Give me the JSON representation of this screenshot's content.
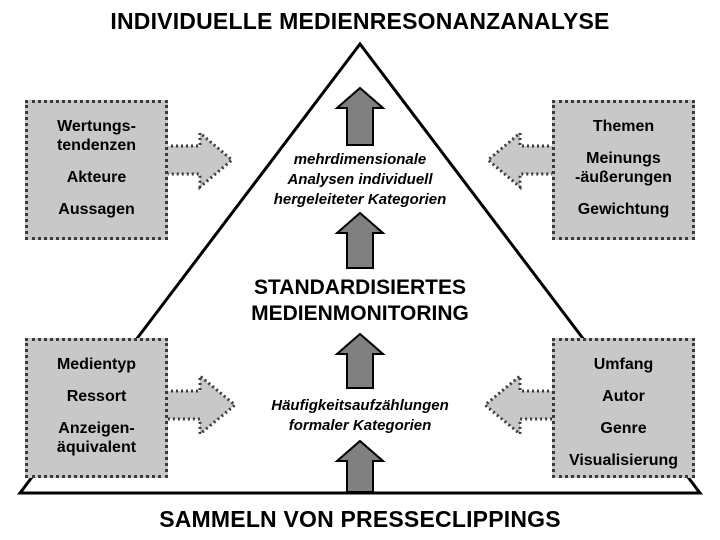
{
  "top_title": "INDIVIDUELLE MEDIENRESONANZANALYSE",
  "bottom_title": "SAMMELN VON PRESSECLIPPINGS",
  "upper_level": {
    "line1": "mehrdimensionale",
    "line2": "Analysen individuell",
    "line3": "hergeleiteter Kategorien"
  },
  "middle_level": {
    "line1": "STANDARDISIERTES",
    "line2": "MEDIENMONITORING"
  },
  "lower_level": {
    "line1": "Häufigkeitsaufzählungen",
    "line2": "formaler Kategorien"
  },
  "boxes": {
    "top_left": [
      "Wertungs-\ntendenzen",
      "Akteure",
      "Aussagen"
    ],
    "top_right": [
      "Themen",
      "Meinungs\n-äußerungen",
      "Gewichtung"
    ],
    "bottom_left": [
      "Medientyp",
      "Ressort",
      "Anzeigen-\näquivalent"
    ],
    "bottom_right": [
      "Umfang",
      "Autor",
      "Genre",
      "Visualisierung"
    ]
  },
  "colors": {
    "box_fill": "#c8c8c8",
    "arrow_fill": "#808080",
    "stroke": "#000000"
  }
}
